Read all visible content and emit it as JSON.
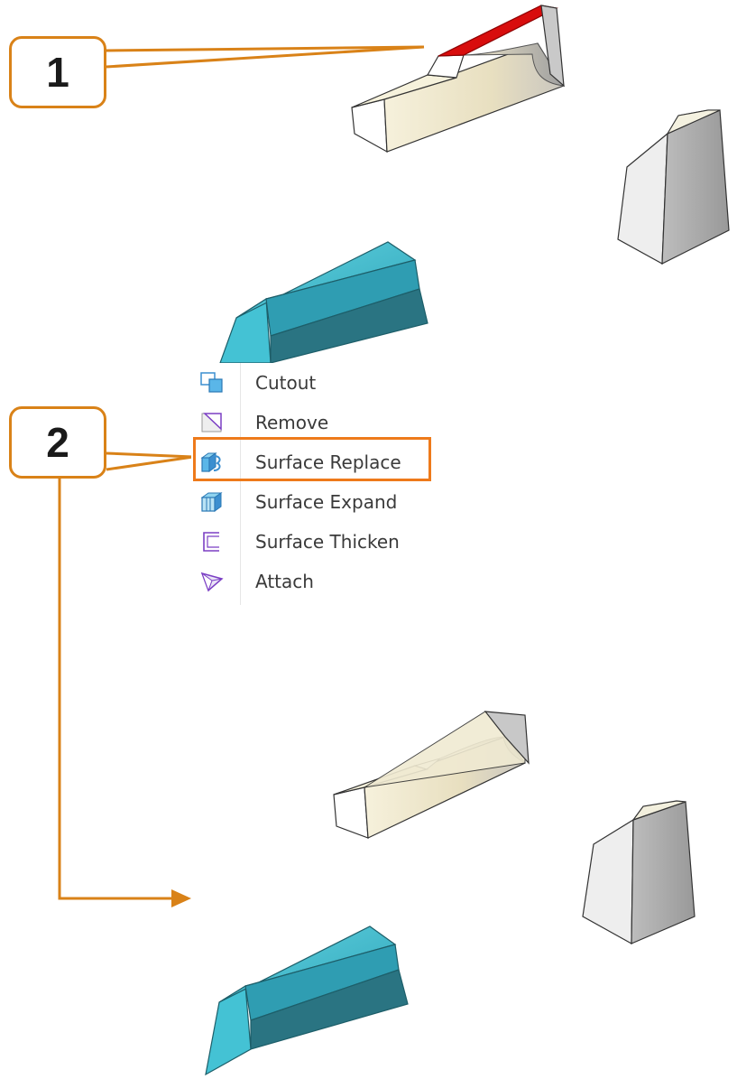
{
  "callouts": {
    "step1": "1",
    "step2": "2"
  },
  "menu": {
    "items": [
      {
        "label": "Cutout",
        "icon": "cutout-icon"
      },
      {
        "label": "Remove",
        "icon": "remove-icon"
      },
      {
        "label": "Surface Replace",
        "icon": "surface-replace-icon",
        "highlighted": true
      },
      {
        "label": "Surface Expand",
        "icon": "surface-expand-icon"
      },
      {
        "label": "Surface Thicken",
        "icon": "surface-thicken-icon"
      },
      {
        "label": "Attach",
        "icon": "attach-icon"
      }
    ]
  },
  "colors": {
    "callout_border": "#d98218",
    "highlight_border": "#ee7a1b",
    "selected_face": "#d80d0d",
    "teal_body": "#3bb3c6",
    "cream_body": "#f3efd8",
    "grey_body": "#a8a8a8"
  }
}
